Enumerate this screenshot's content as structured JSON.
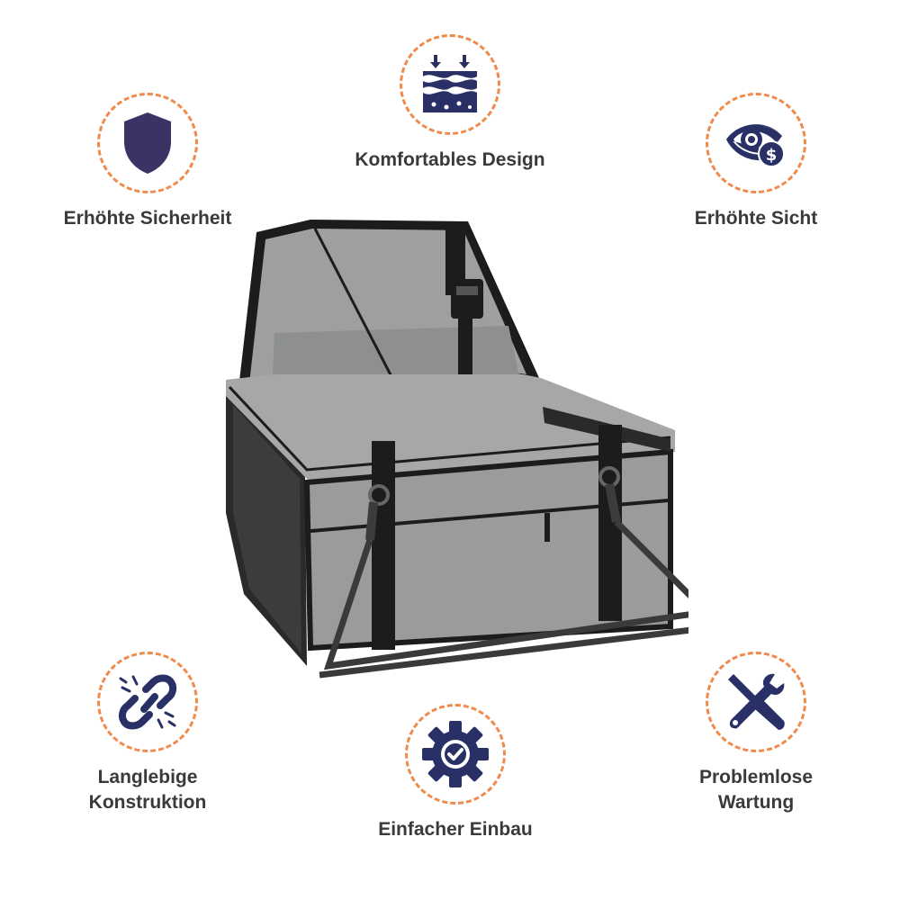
{
  "features": {
    "safety": {
      "label": "Erhöhte Sicherheit",
      "icon": "shield-icon"
    },
    "design": {
      "label": "Komfortables Design",
      "icon": "wave-layers-icon"
    },
    "sight": {
      "label": "Erhöhte Sicht",
      "icon": "eye-dollar-icon"
    },
    "durable": {
      "label": "Langlebige\nKonstruktion",
      "icon": "broken-chain-icon"
    },
    "install": {
      "label": "Einfacher Einbau",
      "icon": "gear-check-icon"
    },
    "maint": {
      "label": "Problemlose\nWartung",
      "icon": "screwdriver-wrench-icon"
    }
  },
  "colors": {
    "accent_ring": "#f08a4b",
    "icon_navy": "#283065",
    "shield_purple": "#3b3366",
    "text": "#3a3a3a",
    "fabric_grey": "#9a9c9c",
    "trim_black": "#1c1c1c"
  },
  "product": {
    "name": "pet-car-seat-image"
  }
}
